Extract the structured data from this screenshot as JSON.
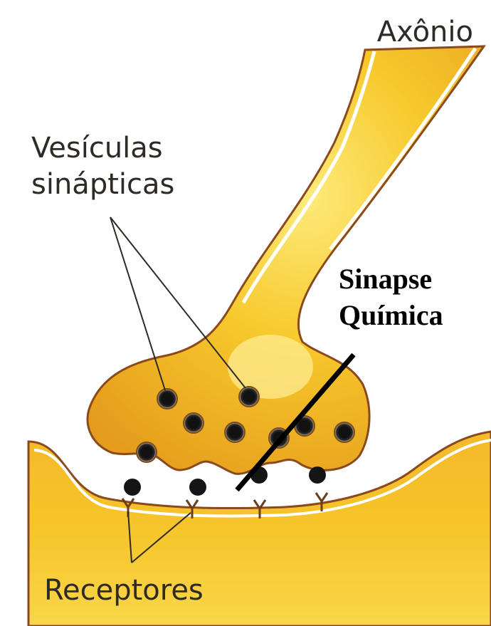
{
  "labels": {
    "axon": "Axônio",
    "vesicles_line1": "Vesículas",
    "vesicles_line2": "sinápticas",
    "synapse_line1": "Sinapse",
    "synapse_line2": "Química",
    "receptors": "Receptores"
  },
  "colors": {
    "membrane_fill": "#f6c324",
    "membrane_light": "#fbe267",
    "membrane_shadow": "#e29a1b",
    "outline": "#8a4a1e",
    "vesicle": "#1a1a1a",
    "pointer_line": "#000000",
    "label_text": "#2e2a25"
  },
  "icons": [
    "synaptic-vesicle-icon",
    "receptor-icon",
    "neurotransmitter-icon"
  ]
}
